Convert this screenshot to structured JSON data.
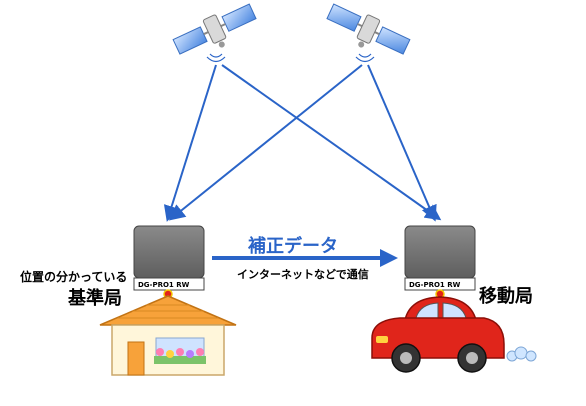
{
  "diagram": {
    "correction_label": "補正データ",
    "network_label": "インターネットなどで通信",
    "base_station": {
      "caption": "位置の分かっている",
      "name": "基準局",
      "device_label": "DG-PRO1 RW"
    },
    "rover_station": {
      "name": "移動局",
      "device_label": "DG-PRO1 RW"
    },
    "satellites": [
      {
        "name": "satellite-left-icon"
      },
      {
        "name": "satellite-right-icon"
      }
    ],
    "colors": {
      "signal_arrow": "#2a64c8",
      "device_box": "#7a7a7a",
      "roof": "#f7a23a",
      "car": "#e0251b"
    }
  }
}
